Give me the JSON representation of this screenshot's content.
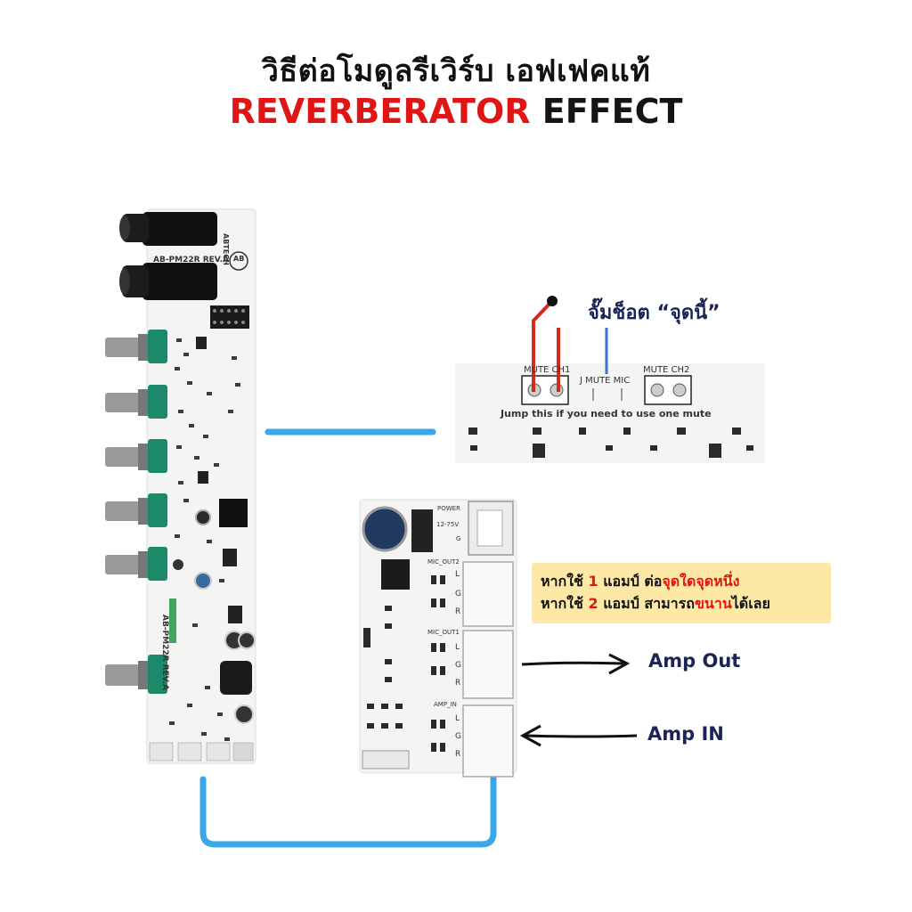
{
  "title": {
    "thai": "วิธีต่อโมดูลรีเวิร์บ เอฟเฟคแท้",
    "en_red": "REVERBERATOR",
    "en_dark": "EFFECT"
  },
  "main_board": {
    "label_top": "AB-PM22R REV.A",
    "label_mid": "AB-PM22R REV.A",
    "logo_text": "ABTECH",
    "logo_mark": "AB"
  },
  "detail_board": {
    "jump_label": "จั๊มช็อต “จุดนี้”",
    "mute_ch1": "MUTE CH1",
    "j_mute_mic": "J MUTE MIC",
    "mute_ch2": "MUTE CH2",
    "jump_hint": "Jump this if you need to use one mute"
  },
  "output_board": {
    "power": "POWER",
    "voltage": "12-75V",
    "g": "G",
    "mic_out2": "MIC_OUT2",
    "mic_out1": "MIC_OUT1",
    "amp_in": "AMP_IN",
    "pin_l": "L",
    "pin_g": "G",
    "pin_r": "R"
  },
  "note": {
    "line1_a": "หากใช้",
    "line1_num": "1",
    "line1_b": "แอมป์ ต่อ",
    "line1_red": "จุดใดจุดหนึ่ง",
    "line2_a": "หากใช้",
    "line2_num": "2",
    "line2_b": "แอมป์ สามารถ",
    "line2_red": "ขนาน",
    "line2_c": "ได้เลย"
  },
  "arrows": {
    "amp_out": "Amp Out",
    "amp_in": "Amp IN"
  },
  "colors": {
    "cable_blue": "#3aa7e8",
    "wire_red": "#d42a1e",
    "wire_blue": "#3b6fd9",
    "title_red": "#e01515",
    "note_bg": "#fde8a6",
    "label_navy": "#1a2456"
  }
}
